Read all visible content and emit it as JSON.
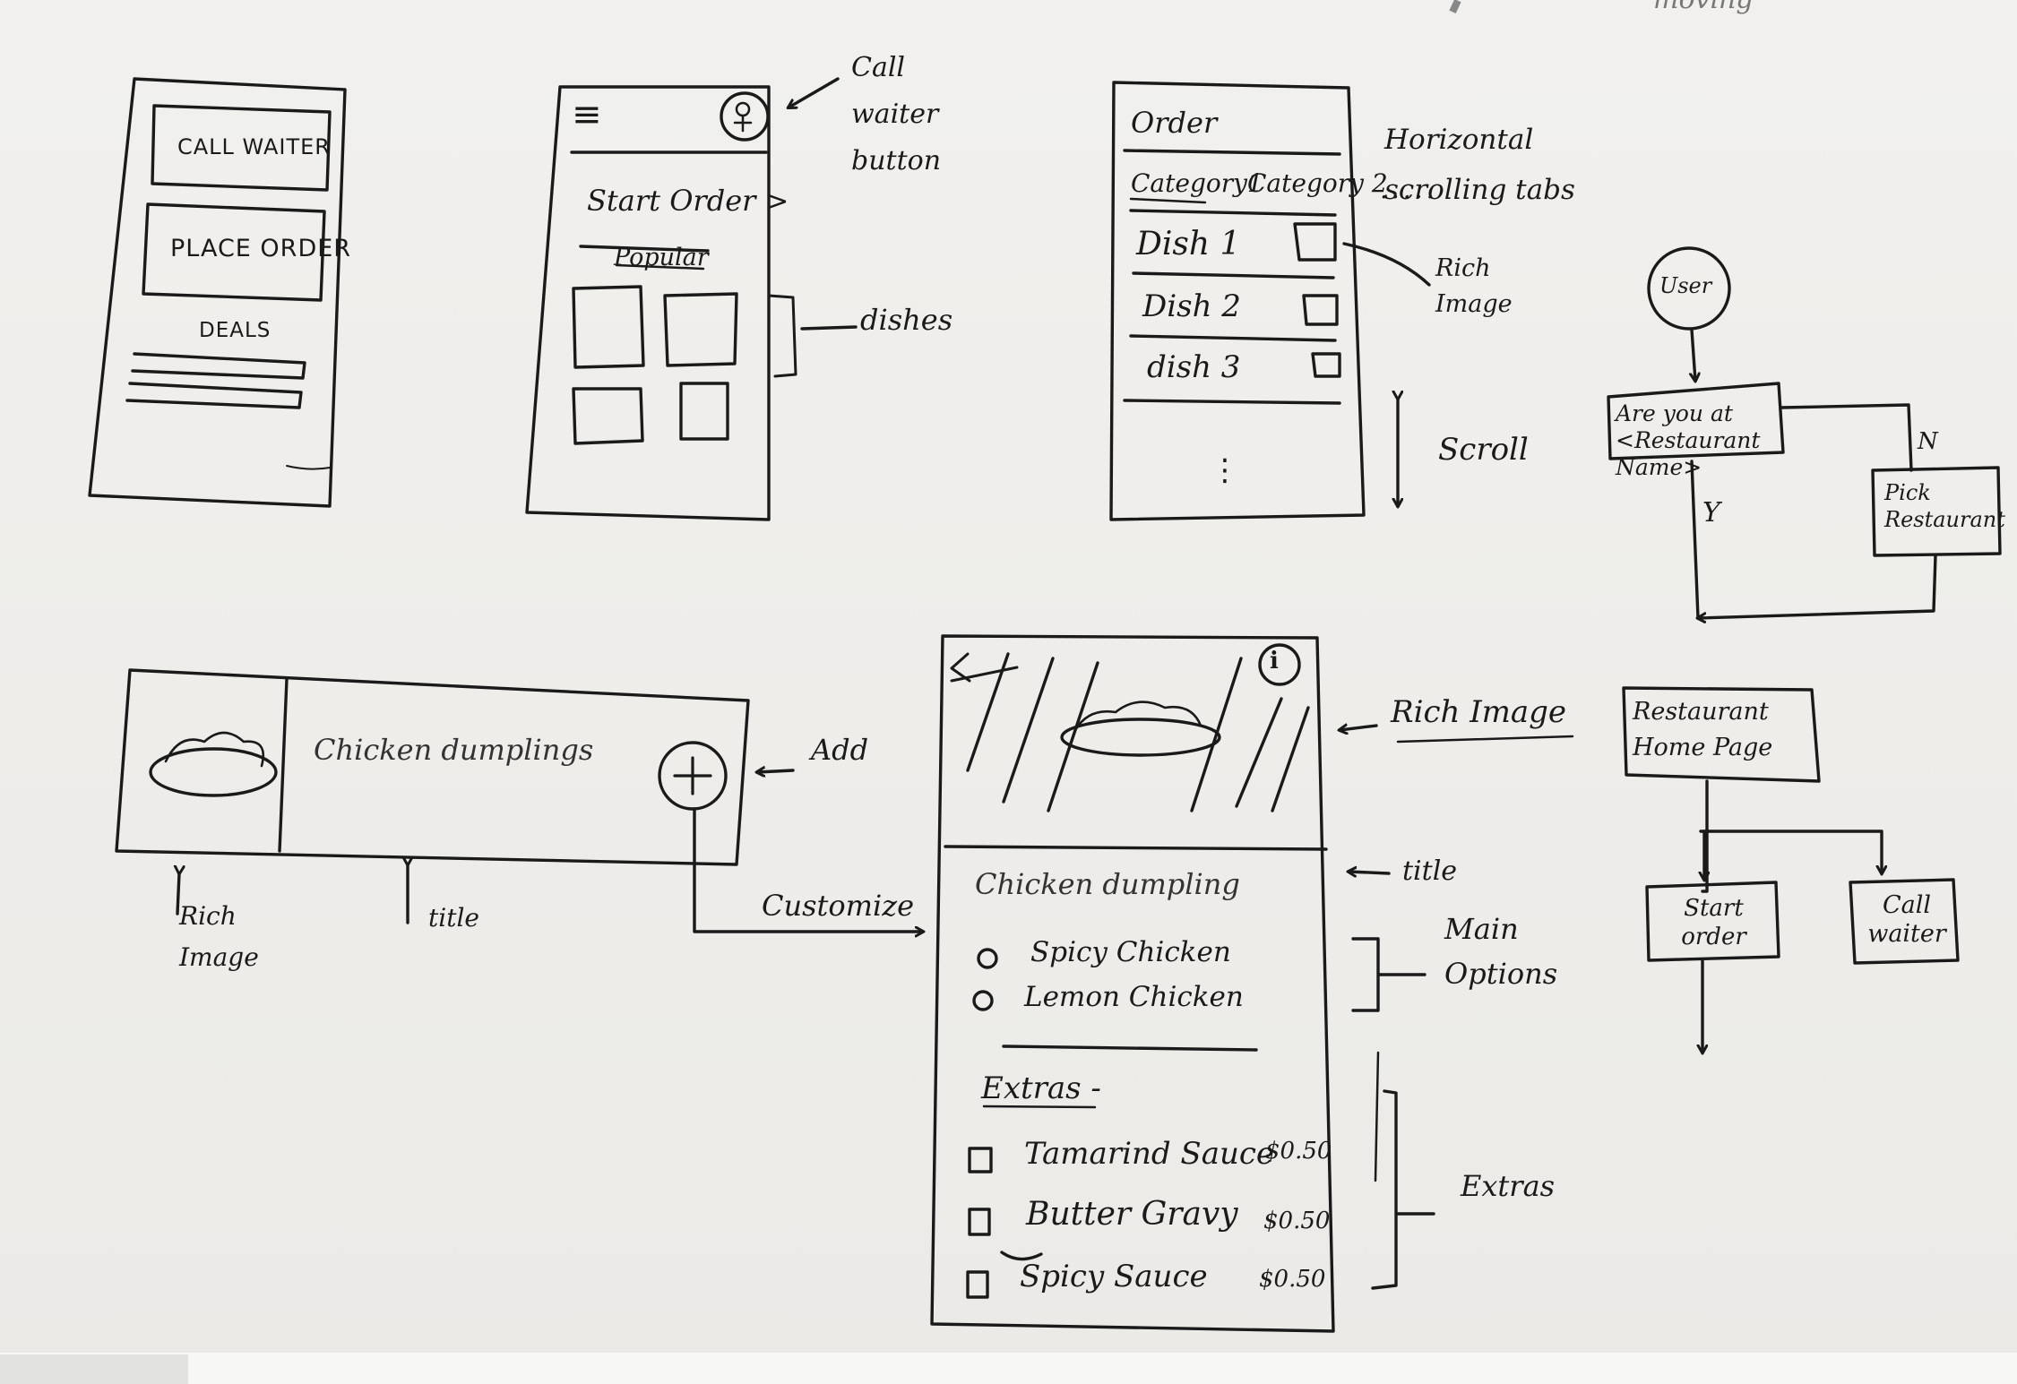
{
  "corner_scribble": "moving",
  "home_screen": {
    "call_waiter_button": "CALL WAITER",
    "place_order_button": "PLACE ORDER",
    "deals_label": "DEALS"
  },
  "menu_screen": {
    "hamburger_glyph": "≡",
    "start_order_link": "Start Order >",
    "popular_heading": "Popular"
  },
  "order_screen": {
    "title": "Order",
    "tabs": [
      "Category1",
      "Category 2",
      "....."
    ],
    "dishes": [
      "Dish 1",
      "Dish 2",
      "dish 3"
    ],
    "more_indicator": "⋮"
  },
  "list_item": {
    "title": "Chicken dumplings",
    "add_icon": "plus-circle-icon"
  },
  "detail_screen": {
    "back_icon": "arrow-left-icon",
    "info_icon": "info-icon",
    "title": "Chicken dumpling",
    "main_options": [
      "Spicy Chicken",
      "Lemon Chicken"
    ],
    "extras_heading": "Extras -",
    "extras": [
      {
        "name": "Tamarind Sauce",
        "price": "$0.50"
      },
      {
        "name": "Butter Gravy",
        "price": "$0.50"
      },
      {
        "name": "Spicy Sauce",
        "price": "$0.50"
      }
    ]
  },
  "annotations": {
    "call_waiter_button": "Call waiter button",
    "dishes": "dishes",
    "horizontal_scrolling_tabs": "Horizontal scrolling tabs",
    "rich_image_order": "Rich Image",
    "scroll": "Scroll",
    "add": "Add",
    "rich_image_list": "Rich Image",
    "title_list": "title",
    "customize": "Customize",
    "rich_image_detail": "Rich Image",
    "title_detail": "title",
    "main_options": "Main Options",
    "extras": "Extras"
  },
  "flowchart": {
    "user": "User",
    "question": "Are you at <Restaurant Name>",
    "yes_label": "Y",
    "no_label": "N",
    "pick_restaurant": "Pick Restaurant",
    "restaurant_home": "Restaurant Home Page",
    "start_order": "Start order",
    "call_waiter": "Call waiter"
  }
}
